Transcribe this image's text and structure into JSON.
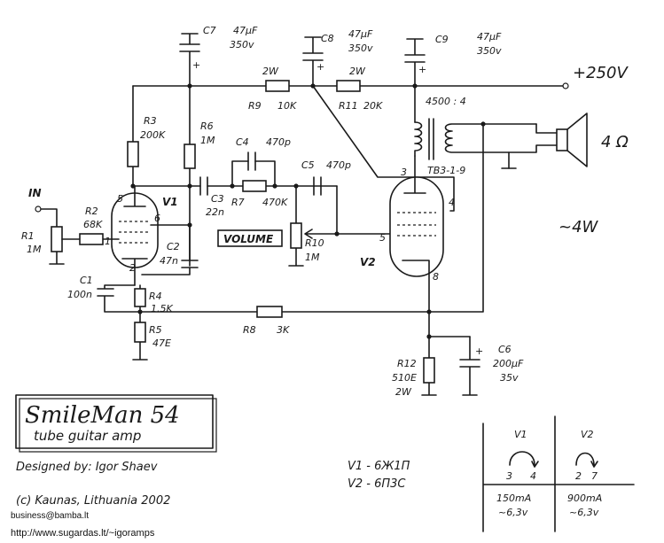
{
  "title": "SmileMan 54",
  "subtitle": "tube guitar amp",
  "designer": "Designed by: Igor Shaev",
  "copyright": "(c) Kaunas, Lithuania 2002",
  "email": "business@bamba.lt",
  "website": "http://www.sugardas.lt/~igoramps",
  "power_note": "~4W",
  "components": {
    "C7": {
      "ref": "C7",
      "value": "47µF",
      "voltage": "350v"
    },
    "C8": {
      "ref": "C8",
      "value": "47µF",
      "voltage": "350v"
    },
    "C9": {
      "ref": "C9",
      "value": "47µF",
      "voltage": "350v"
    },
    "C4": {
      "ref": "C4",
      "value": "470p"
    },
    "C5": {
      "ref": "C5",
      "value": "470p"
    },
    "C3": {
      "ref": "C3",
      "value": "22n"
    },
    "C2": {
      "ref": "C2",
      "value": "47n"
    },
    "C1": {
      "ref": "C1",
      "value": "100n"
    },
    "C6": {
      "ref": "C6",
      "value": "200µF",
      "voltage": "35v"
    },
    "R1": {
      "ref": "R1",
      "value": "1M"
    },
    "R2": {
      "ref": "R2",
      "value": "68K"
    },
    "R3": {
      "ref": "R3",
      "value": "200K"
    },
    "R4": {
      "ref": "R4",
      "value": "1.5K"
    },
    "R5": {
      "ref": "R5",
      "value": "47E"
    },
    "R6": {
      "ref": "R6",
      "value": "1M"
    },
    "R7": {
      "ref": "R7",
      "value": "470K"
    },
    "R8": {
      "ref": "R8",
      "value": "3K"
    },
    "R9": {
      "ref": "R9",
      "value": "10K",
      "power": "2W"
    },
    "R10": {
      "ref": "R10",
      "value": "1M"
    },
    "R11": {
      "ref": "R11",
      "value": "20K",
      "power": "2W"
    },
    "R12": {
      "ref": "R12",
      "value": "510E",
      "power": "2W"
    },
    "V1": {
      "ref": "V1"
    },
    "V2": {
      "ref": "V2"
    },
    "T": {
      "ratio": "4500 : 4",
      "type": "TB3-1-9"
    },
    "speaker": {
      "impedance": "4 Ω"
    }
  },
  "labels": {
    "input": "IN",
    "volume": "VOLUME",
    "supply": "+250V"
  },
  "pins": {
    "v1_p5": "5",
    "v1_p6": "6",
    "v1_p1": "1",
    "v1_p2": "2",
    "v2_p3": "3",
    "v2_p4": "4",
    "v2_p5": "5",
    "v2_p8": "8"
  },
  "tubes": {
    "v1_type": "V1 - 6Ж1П",
    "v2_type": "V2 - 6П3С"
  },
  "heater_table": {
    "v1": {
      "name": "V1",
      "pin_a": "3",
      "pin_b": "4",
      "current": "150mA",
      "voltage": "~6,3v"
    },
    "v2": {
      "name": "V2",
      "pin_a": "2",
      "pin_b": "7",
      "current": "900mA",
      "voltage": "~6,3v"
    }
  }
}
